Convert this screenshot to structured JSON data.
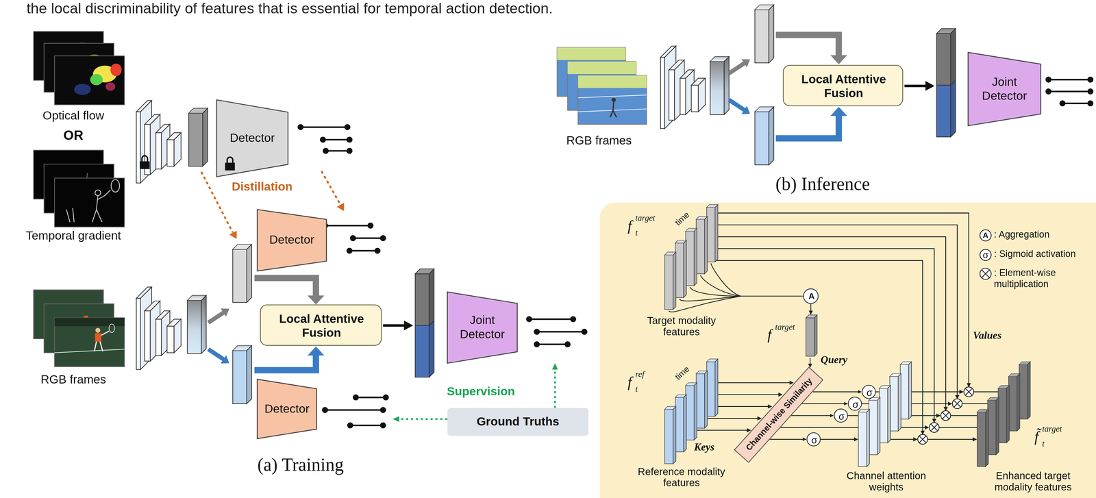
{
  "diagram": {
    "nodes": [
      {
        "text": [
          "Detector"
        ]
      },
      {
        "text": [
          "Local Attentive Fusion"
        ]
      },
      {
        "text": [
          "Joint Detector"
        ]
      },
      {
        "text": [
          "Detector"
        ]
      },
      {
        "text": [
          "Local Attentive Fusion"
        ]
      },
      {
        "text": [
          "Joint Detector"
        ]
      },
      {
        "text": [
          "Detector"
        ]
      },
      {
        "text": [
          "Ground Truths"
        ]
      },
      {
        "text": [
          "A"
        ]
      },
      {
        "text": [
          "Channel-wise Similarity"
        ]
      },
      {
        "text": [
          "σ"
        ]
      },
      {
        "text": [
          "σ"
        ]
      },
      {
        "text": [
          "σ"
        ]
      },
      {
        "text": [
          "σ"
        ]
      }
    ],
    "edges": [
      {
        "from": 7,
        "to": 5,
        "arrow": "to"
      },
      {
        "from": 7,
        "to": 6,
        "arrow": "to"
      },
      {
        "from": 9,
        "to": 10,
        "arrow": "to"
      },
      {
        "from": 9,
        "to": 11,
        "arrow": "to"
      },
      {
        "from": 9,
        "to": 12,
        "arrow": "to"
      },
      {
        "from": 9,
        "to": 13,
        "arrow": "to"
      }
    ],
    "labels": [
      "the local discriminability of features that is essential for temporal action detection.",
      "Optical flow",
      "OR",
      "Temporal gradient",
      "Distillation",
      "RGB frames",
      "Supervision",
      "(a) Training",
      "RGB frames",
      "(b) Inference",
      "f",
      "t",
      "target",
      "time",
      "Target modality features",
      "f",
      "target",
      "Values",
      "Query",
      "f",
      "t",
      "ref",
      "time",
      "Keys",
      "Reference modality features",
      "Channel attention weights",
      "f̃",
      "t",
      "target",
      "Enhanced target modality features",
      "A",
      "σ"
    ],
    "legend": [
      {
        "text": ": Aggregation"
      },
      {
        "text": ": Sigmoid activation"
      },
      {
        "text": ": Element-wise multiplication"
      }
    ]
  }
}
